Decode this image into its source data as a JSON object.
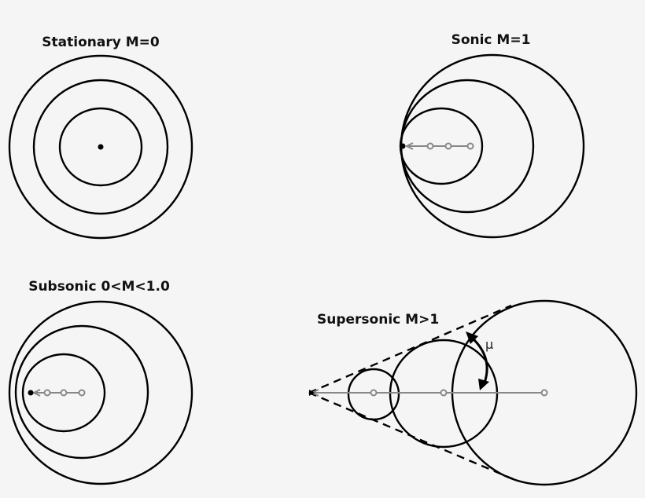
{
  "background": "#f5f5f5",
  "panels": {
    "stationary": {
      "title": "Stationary M=0"
    },
    "sonic": {
      "title": "Sonic M=1"
    },
    "subsonic": {
      "title": "Subsonic 0<M<1.0"
    },
    "supersonic": {
      "title": "Supersonic M>1",
      "angle_label": "μ"
    }
  },
  "colors": {
    "wave": "#000000",
    "path": "#888888",
    "source": "#000000"
  }
}
